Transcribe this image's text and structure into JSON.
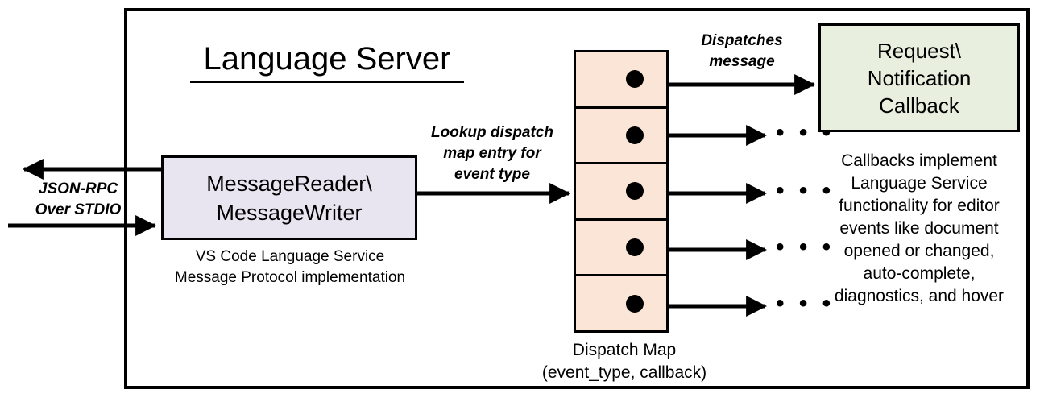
{
  "diagram": {
    "title": "Language Server",
    "nodes": {
      "message_io": {
        "label": "MessageReader\\\nMessageWriter",
        "caption": "VS Code Language Service\nMessage Protocol implementation",
        "fill": "#E8E5F0"
      },
      "dispatch_map": {
        "caption": "Dispatch Map\n(event_type, callback)",
        "fill": "#FBE5D6",
        "row_count": 5,
        "rows": [
          {
            "index": 1,
            "has_entry": true
          },
          {
            "index": 2,
            "has_entry": true
          },
          {
            "index": 3,
            "has_entry": true
          },
          {
            "index": 4,
            "has_entry": true
          },
          {
            "index": 5,
            "has_entry": true
          }
        ]
      },
      "callback": {
        "label": "Request\\\nNotification\nCallback",
        "caption": "Callbacks implement\nLanguage Service\nfunctionality for editor\nevents like document\nopened or changed,\nauto-complete,\ndiagnostics, and hover",
        "fill": "#E8EFDE"
      }
    },
    "edge_labels": {
      "transport": "JSON-RPC\nOver STDIO",
      "lookup": "Lookup dispatch\nmap entry for\nevent type",
      "dispatch": "Dispatches\nmessage"
    },
    "ellipsis": "• • •",
    "colors": {
      "stroke": "#000000",
      "background": "#FFFFFF",
      "message_io_fill": "#E8E5F0",
      "dispatch_map_fill": "#FBE5D6",
      "callback_fill": "#E8EFDE"
    }
  }
}
